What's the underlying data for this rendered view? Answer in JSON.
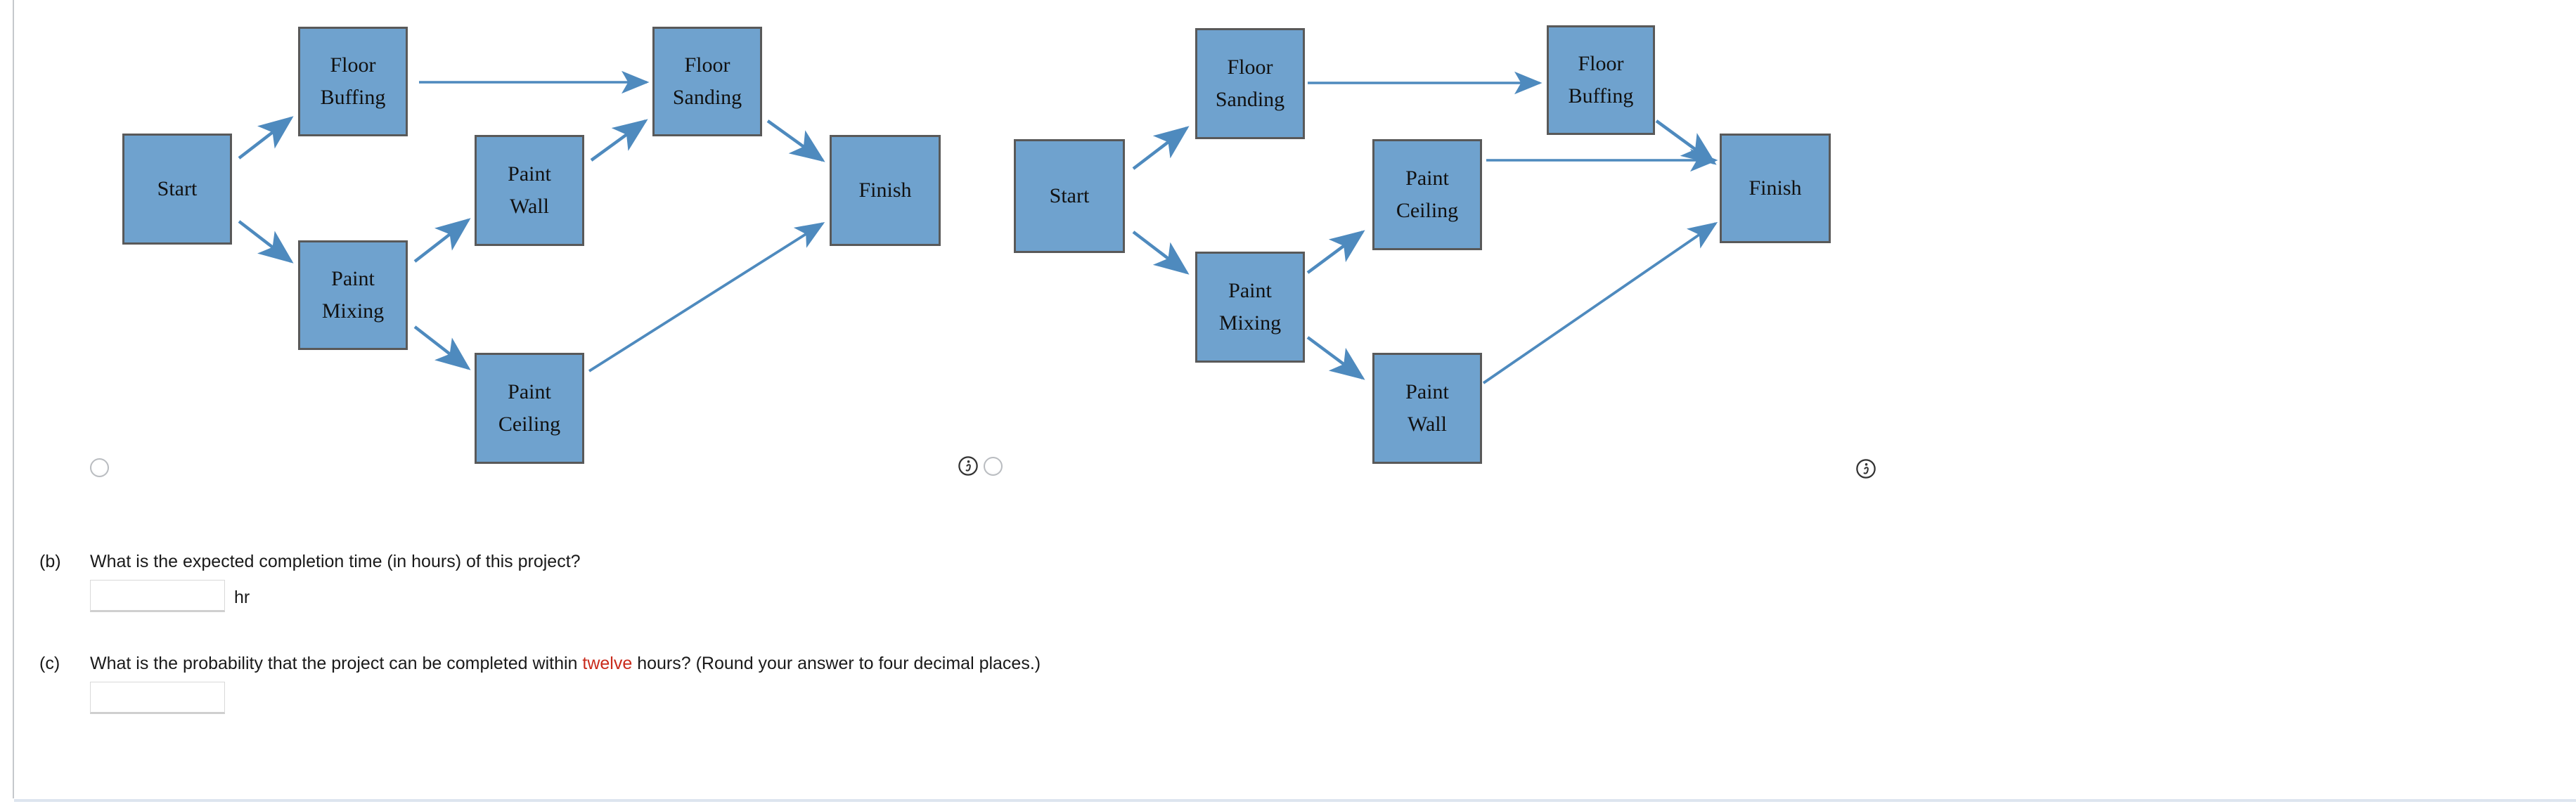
{
  "page": {
    "background": "#ffffff",
    "accent_blue": "#6FA2CE",
    "arrow_blue": "#4E8ABE",
    "node_border": "#595959",
    "highlight_red": "#c92a1b"
  },
  "diagrams": [
    {
      "id": "network-option-1",
      "nodes": [
        {
          "id": "start",
          "label_line1": "Start",
          "label_line2": ""
        },
        {
          "id": "floor-buffing",
          "label_line1": "Floor",
          "label_line2": "Buffing"
        },
        {
          "id": "paint-mixing",
          "label_line1": "Paint",
          "label_line2": "Mixing"
        },
        {
          "id": "paint-wall",
          "label_line1": "Paint",
          "label_line2": "Wall"
        },
        {
          "id": "paint-ceiling",
          "label_line1": "Paint",
          "label_line2": "Ceiling"
        },
        {
          "id": "floor-sanding",
          "label_line1": "Floor",
          "label_line2": "Sanding"
        },
        {
          "id": "finish",
          "label_line1": "Finish",
          "label_line2": ""
        }
      ],
      "edges": [
        {
          "from": "start",
          "to": "floor-buffing"
        },
        {
          "from": "start",
          "to": "paint-mixing"
        },
        {
          "from": "floor-buffing",
          "to": "floor-sanding"
        },
        {
          "from": "paint-mixing",
          "to": "paint-wall"
        },
        {
          "from": "paint-mixing",
          "to": "paint-ceiling"
        },
        {
          "from": "paint-wall",
          "to": "floor-sanding"
        },
        {
          "from": "floor-sanding",
          "to": "finish"
        },
        {
          "from": "paint-ceiling",
          "to": "finish"
        }
      ],
      "radio_selected": false
    },
    {
      "id": "network-option-2",
      "nodes": [
        {
          "id": "start",
          "label_line1": "Start",
          "label_line2": ""
        },
        {
          "id": "floor-sanding",
          "label_line1": "Floor",
          "label_line2": "Sanding"
        },
        {
          "id": "paint-mixing",
          "label_line1": "Paint",
          "label_line2": "Mixing"
        },
        {
          "id": "paint-ceiling",
          "label_line1": "Paint",
          "label_line2": "Ceiling"
        },
        {
          "id": "paint-wall",
          "label_line1": "Paint",
          "label_line2": "Wall"
        },
        {
          "id": "floor-buffing",
          "label_line1": "Floor",
          "label_line2": "Buffing"
        },
        {
          "id": "finish",
          "label_line1": "Finish",
          "label_line2": ""
        }
      ],
      "edges": [
        {
          "from": "start",
          "to": "floor-sanding"
        },
        {
          "from": "start",
          "to": "paint-mixing"
        },
        {
          "from": "floor-sanding",
          "to": "floor-buffing"
        },
        {
          "from": "paint-mixing",
          "to": "paint-ceiling"
        },
        {
          "from": "paint-mixing",
          "to": "paint-wall"
        },
        {
          "from": "paint-ceiling",
          "to": "finish"
        },
        {
          "from": "floor-buffing",
          "to": "finish"
        },
        {
          "from": "paint-wall",
          "to": "finish"
        }
      ],
      "radio_selected": false
    }
  ],
  "icons": {
    "info": "info-icon",
    "radio": "radio-button"
  },
  "questions": [
    {
      "id": "b",
      "label": "(b)",
      "text": "What is the expected completion time (in hours) of this project?",
      "answer_value": "",
      "unit": "hr"
    },
    {
      "id": "c",
      "label": "(c)",
      "text_before": "What is the probability that the project can be completed within ",
      "highlight": "twelve",
      "text_after": " hours? (Round your answer to four decimal places.)",
      "answer_value": ""
    }
  ]
}
